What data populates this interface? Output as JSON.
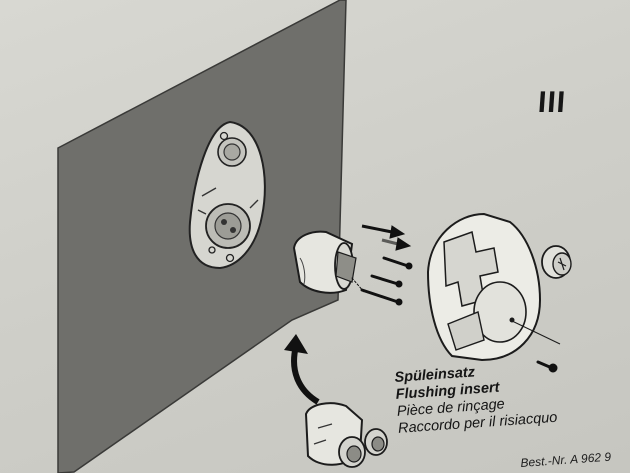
{
  "section_mark": "III",
  "caption": {
    "de": "Spüleinsatz",
    "en": "Flushing insert",
    "fr": "Pièce de rinçage",
    "it": "Raccordo per il risiacquo"
  },
  "footer": {
    "ref": "Best.-Nr. A 962 9"
  },
  "colors": {
    "wall": "#6f6f6b",
    "paper": "#d2d2cc",
    "ink": "#161616"
  }
}
